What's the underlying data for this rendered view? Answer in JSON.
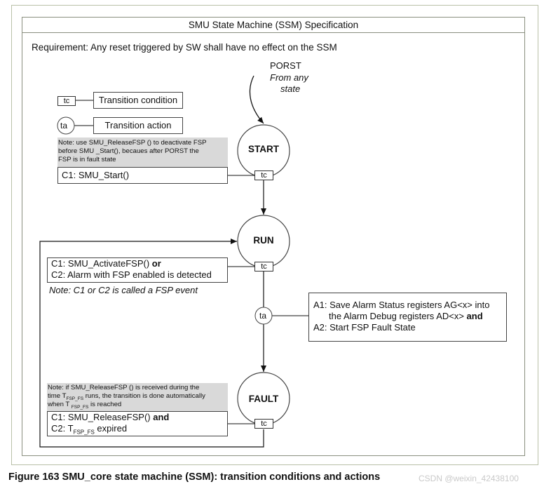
{
  "title": "SMU State Machine (SSM) Specification",
  "requirement": "Requirement: Any reset triggered by SW shall have no effect on the SSM",
  "porst": {
    "label": "PORST",
    "sub1": "From any",
    "sub2": "state"
  },
  "legend": {
    "tc_symbol": "tc",
    "tc_label": "Transition condition",
    "ta_symbol": "ta",
    "ta_label": "Transition action"
  },
  "states": {
    "start": "START",
    "run": "RUN",
    "fault": "FAULT"
  },
  "tc": "tc",
  "ta": "ta",
  "note_start": [
    "Note: use SMU_ReleaseFSP () to deactivate FSP",
    "before SMU _Start(), becaues after PORST the",
    "FSP is in fault state"
  ],
  "cond_start": "C1: SMU_Start()",
  "cond_run": {
    "line1_pre": "C1: SMU_ActivateFSP() ",
    "line1_bold": "or",
    "line2": "C2: Alarm with FSP enabled is detected"
  },
  "note_run": "Note: C1 or C2 is called a FSP event",
  "action": {
    "line1": "A1: Save Alarm Status registers AG<x> into",
    "line2_pre": "the Alarm Debug registers AD<x>  ",
    "line2_bold": "and",
    "line3": "A2: Start FSP Fault State"
  },
  "note_fault": {
    "line1": "Note: if SMU_ReleaseFSP () is received during the",
    "line2_pre": "time T",
    "line2_sub": "FSP_FS",
    "line2_post": " runs, the transition is done automatically",
    "line3_pre": "when T ",
    "line3_sub": "FSP_FS",
    "line3_post": " is reached"
  },
  "cond_fault": {
    "line1_pre": "C1: SMU_ReleaseFSP() ",
    "line1_bold": "and",
    "line2_pre": "C2: T",
    "line2_sub": "FSP_FS",
    "line2_post": " expired"
  },
  "caption": "Figure 163   SMU_core state machine (SSM): transition conditions and actions",
  "watermark": "CSDN @weixin_42438100"
}
